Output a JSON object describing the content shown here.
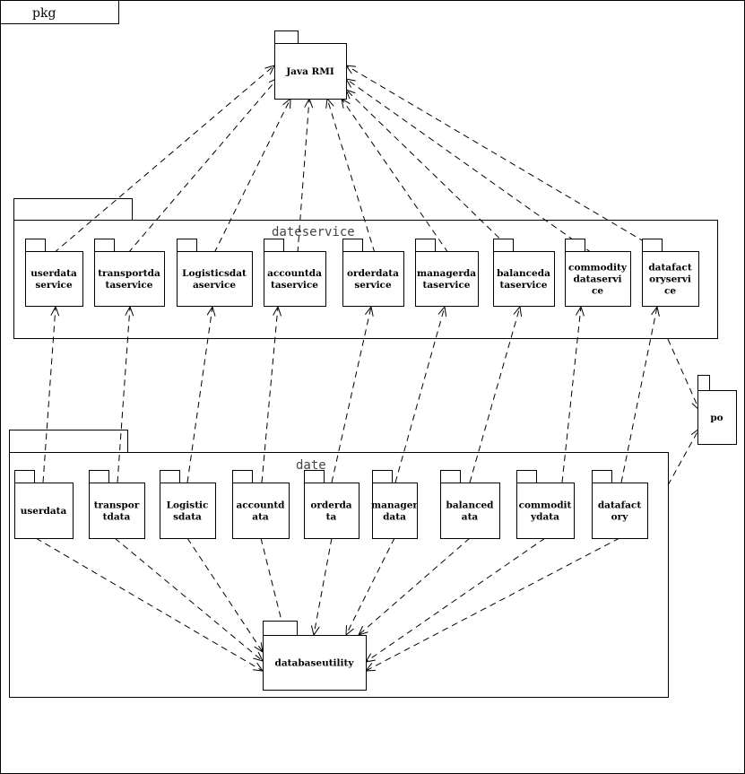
{
  "frame": {
    "title": "pkg"
  },
  "java_rmi": {
    "label": [
      "Java RMI"
    ]
  },
  "dataservice_group": {
    "title": "dateservice",
    "packages": [
      {
        "id": "userdataservice",
        "label": [
          "userdata",
          "service"
        ]
      },
      {
        "id": "transportdataservice",
        "label": [
          "transportda",
          "taservice"
        ]
      },
      {
        "id": "logisticsdataservice",
        "label": [
          "Logisticsdat",
          "aservice"
        ]
      },
      {
        "id": "accountdataservice",
        "label": [
          "accountda",
          "taservice"
        ]
      },
      {
        "id": "orderdataservice",
        "label": [
          "orderdata",
          "service"
        ]
      },
      {
        "id": "managerdataservice",
        "label": [
          "managerda",
          "taservice"
        ]
      },
      {
        "id": "balancedataservice",
        "label": [
          "balanceda",
          "taservice"
        ]
      },
      {
        "id": "commoditydataservice",
        "label": [
          "commodity",
          "dataservi",
          "ce"
        ]
      },
      {
        "id": "datafactoryservice",
        "label": [
          "datafact",
          "oryservi",
          "ce"
        ]
      }
    ]
  },
  "data_group": {
    "title": "date",
    "packages": [
      {
        "id": "userdata",
        "label": [
          "userdata"
        ]
      },
      {
        "id": "transportdata",
        "label": [
          "transpor",
          "tdata"
        ]
      },
      {
        "id": "logisticsdata",
        "label": [
          "Logistic",
          "sdata"
        ]
      },
      {
        "id": "accountdata",
        "label": [
          "accountd",
          "ata"
        ]
      },
      {
        "id": "orderdata",
        "label": [
          "orderda",
          "ta"
        ]
      },
      {
        "id": "managerdata",
        "label": [
          "manager",
          "data"
        ]
      },
      {
        "id": "balancedata",
        "label": [
          "balanced",
          "ata"
        ]
      },
      {
        "id": "commoditydata",
        "label": [
          "commodit",
          "ydata"
        ]
      },
      {
        "id": "datafactory",
        "label": [
          "datafact",
          "ory"
        ]
      }
    ]
  },
  "po": {
    "label": [
      "po"
    ]
  },
  "databaseutility": {
    "label": [
      "databaseutility"
    ]
  }
}
